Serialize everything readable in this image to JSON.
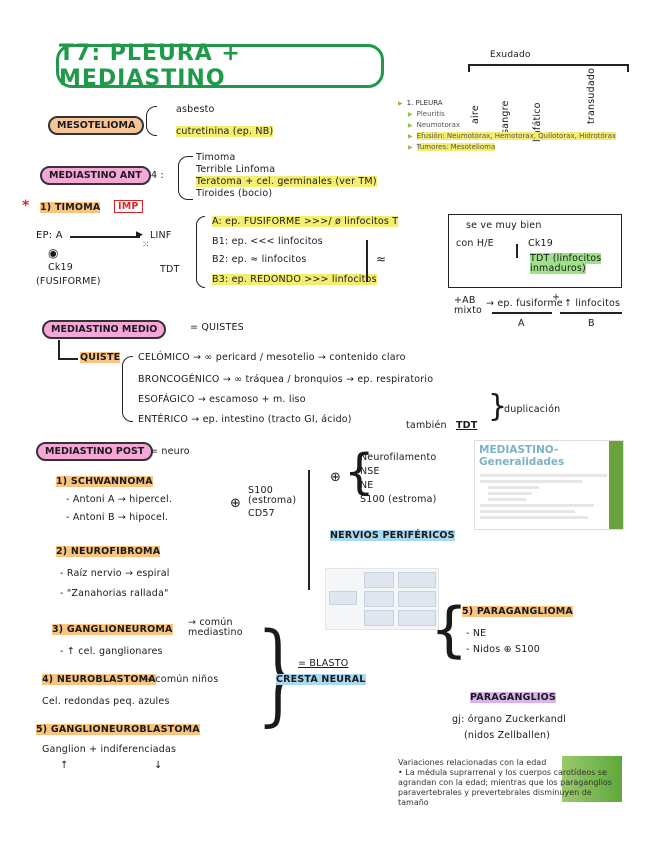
{
  "title": "T7: PLEURA + MEDIASTINO",
  "exudado": {
    "label": "Exudado",
    "items": [
      "aire",
      "sangre",
      "linfático",
      "transudado"
    ]
  },
  "slide_list": {
    "heading": "1. PLEURA",
    "items": [
      "Pleuritis",
      "Neumotorax",
      "Efusión: Neumotorax, Hemotorax, Quilotorax, Hidrotórax",
      "Tumores: Mesotelioma"
    ]
  },
  "mesotelioma": {
    "label": "MESOTELIOMA",
    "causes": [
      "asbesto",
      "cutretinina (ep. NB)"
    ]
  },
  "mediastino_ant": {
    "label": "MEDIASTINO ANT",
    "count": "4 :",
    "items": [
      "Timoma",
      "Terrible Linfoma",
      "Teratoma + cel. germinales (ver TM)",
      "Tiroides (bocio)"
    ]
  },
  "timoma": {
    "star": "*",
    "label": "1) TIMOMA",
    "tag": "IMP",
    "ep": "EP: A",
    "ck": "Ck19",
    "fusiforme": "(FUSIFORME)",
    "linf": "LINF",
    "tdt": "TDT",
    "types": [
      "A: ep. FUSIFORME >>>/ ø linfocitos T",
      "B1: ep. <<< linfocitos",
      "B2: ep. ≈ linfocitos",
      "B3: ep. REDONDO >>> linfocitos"
    ],
    "approx": "≈"
  },
  "box_note": {
    "line1": "se ve muy bien",
    "line2": "con H/E",
    "ck": "Ck19",
    "tdt": "TDT (linfocitos inmaduros)"
  },
  "ab_mixto": {
    "label": "+AB mixto",
    "arrow1": "→ ep. fusiforme",
    "plus": "+",
    "arrow2": "↑ linfocitos",
    "a": "A",
    "b": "B"
  },
  "mediastino_medio": {
    "label": "MEDIASTINO MEDIO",
    "eq": "= QUISTES",
    "quiste": "QUISTE",
    "items": [
      "CELÓMICO → ∞ pericard / mesotelio → contenido claro",
      "BRONCOGÉNICO → ∞ tráquea / bronquios → ep. respiratorio",
      "ESOFÁGICO → escamoso + m. liso",
      "ENTÉRICO → ep. intestino (tracto GI, ácido)"
    ],
    "tambien": "también",
    "tdt": "TDT",
    "duplicacion": "duplicación"
  },
  "mediastino_post": {
    "label": "MEDIASTINO POST",
    "eq": "= neuro",
    "schwannoma": "1) SCHWANNOMA",
    "antoni_a": "- Antoni A → hipercel.",
    "antoni_b": "- Antoni B → hipocel.",
    "s100_cd": "S100 (estroma)",
    "cd57": "CD57",
    "neurofibroma": "2) NEUROFIBROMA",
    "nf1": "- Raíz nervio → espiral",
    "nf2": "- \"Zanahorias rallada\"",
    "markers": [
      "Neurofilamento",
      "NSE",
      "NE",
      "S100 (estroma)"
    ],
    "nervios": "NERVIOS PERIFÉRICOS",
    "ganglioneuroma": "3) GANGLIONEUROMA",
    "ganglioneuroma_note": "→ común mediastino",
    "gang_cel": "- ↑ cel. ganglionares",
    "neuroblastoma": "4) NEUROBLASTOMA",
    "neuroblastoma_note": "→ común niños",
    "neuro_cel": "Cel. redondas peq. azules",
    "ganglioneuroblastoma": "5) GANGLIONEUROBLASTOMA",
    "gnb_note": "Ganglion + indiferenciadas",
    "blasto": "= BLASTO",
    "cresta": "CRESTA NEURAL",
    "paraganglioma": "5) PARAGANGLIOMA",
    "pg_ne": "- NE",
    "pg_nidos": "- Nidos ⊕ S100",
    "paraganglios": "PARAGANGLIOS",
    "pg_organo": "gj: órgano Zuckerkandl",
    "pg_nidos2": "(nidos Zellballen)"
  },
  "gen_card": {
    "title": "MEDIASTINO- Generalidades"
  },
  "age_card": {
    "line1": "Variaciones relacionadas con la edad",
    "line2": "• La médula suprarrenal y los cuerpos carotídeos se",
    "line3": "agrandan con la edad; mientras que los paraganglios",
    "line4": "paravertebrales y prevertebrales disminuyen de tamaño"
  },
  "colors": {
    "title_green": "#1f9a4a",
    "orange_pill": "#f7c59a",
    "pink_pill": "#f6a7d8",
    "highlight_yellow": "#f3ee72",
    "highlight_green": "#9fe08a",
    "highlight_blue": "#a9d8f0",
    "accent_red": "#d9262c"
  }
}
